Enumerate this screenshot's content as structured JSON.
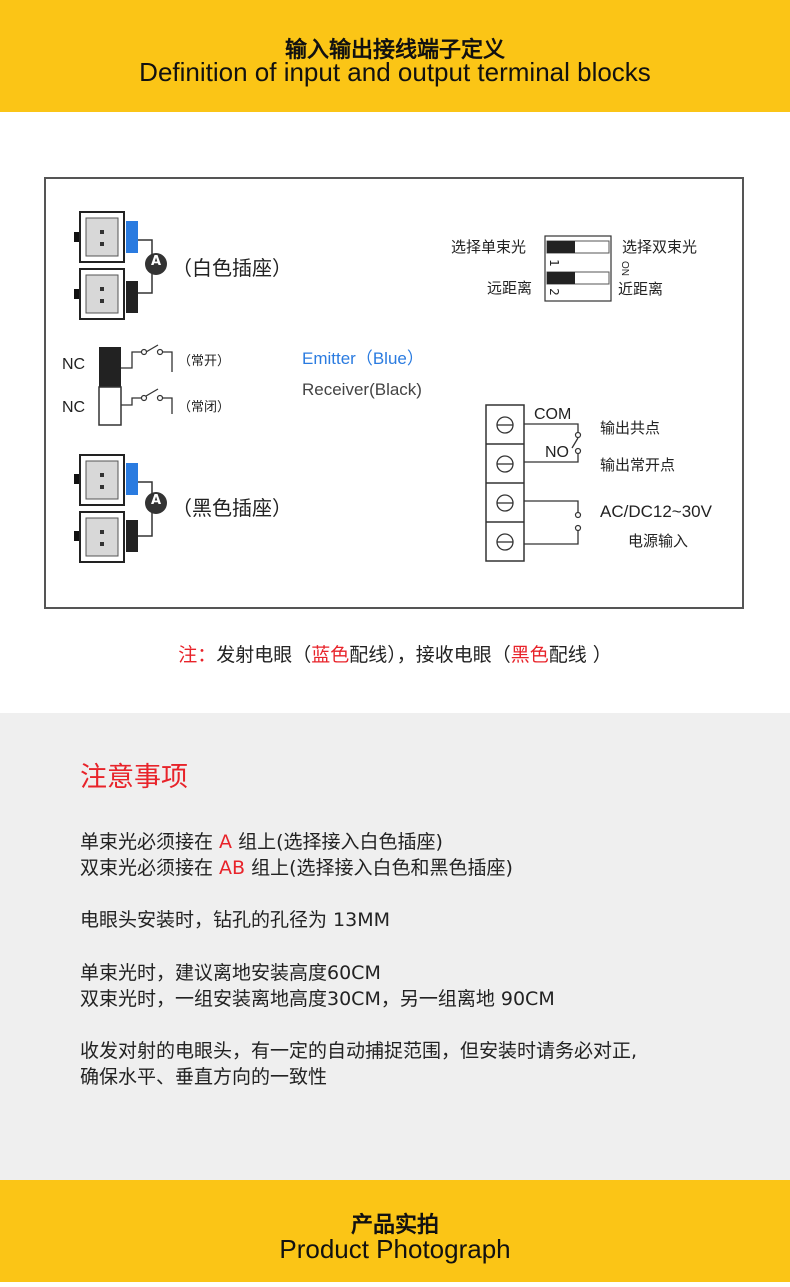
{
  "header": {
    "title_cn": "输入输出接线端子定义",
    "title_en": "Definition of input and output terminal blocks"
  },
  "diagram": {
    "socket_a_badge": "A",
    "white_socket_label": "（白色插座）",
    "black_socket_label": "（黑色插座）",
    "nc_top": "NC",
    "nc_bottom": "NC",
    "normally_open": "（常开）",
    "normally_closed": "（常闭）",
    "emitter_label": "Emitter（Blue）",
    "receiver_label": "Receiver(Black)",
    "dip": {
      "single_beam": "选择单束光",
      "double_beam": "选择双束光",
      "far_left": "远距离",
      "near_right": "近距离",
      "switch1": "1",
      "switch2": "2",
      "on": "ON"
    },
    "terminal": {
      "com": "COM",
      "no": "NO",
      "output_common": "输出共点",
      "output_no": "输出常开点",
      "power_voltage": "AC/DC12~30V",
      "power_input": "电源输入"
    }
  },
  "note": {
    "prefix": "注：",
    "text1": "发射电眼（",
    "blue_word": "蓝色",
    "text2": "配线），接收电眼（",
    "black_word": "黑色",
    "text3": "配线 ）"
  },
  "notes": {
    "title": "注意事项",
    "line1_a": "单束光必须接在 ",
    "line1_b": "A",
    "line1_c": " 组上(选择接入白色插座)",
    "line2_a": "双束光必须接在 ",
    "line2_b": "AB",
    "line2_c": " 组上(选择接入白色和黑色插座)",
    "line3": "电眼头安装时，钻孔的孔径为 13MM",
    "line4": "单束光时，建议离地安装高度60CM",
    "line5": "双束光时，一组安装离地高度30CM，另一组离地 90CM",
    "line6": "收发对射的电眼头，有一定的自动捕捉范围，但安装时请务必对正,",
    "line7": "确保水平、垂直方向的一致性"
  },
  "footer": {
    "title_cn": "产品实拍",
    "title_en": "Product Photograph"
  },
  "colors": {
    "band": "#fbc516",
    "accent_red": "#e8232a",
    "accent_blue": "#2a7be0",
    "notes_bg": "#efefef"
  }
}
